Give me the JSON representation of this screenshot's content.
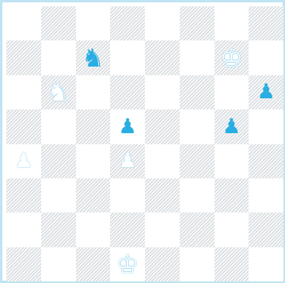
{
  "board": {
    "squares": [
      "a8",
      "b8",
      "c8",
      "d8",
      "e8",
      "f8",
      "g8",
      "h8",
      "a7",
      "b7",
      "c7",
      "d7",
      "e7",
      "f7",
      "g7",
      "h7",
      "a6",
      "b6",
      "c6",
      "d6",
      "e6",
      "f6",
      "g6",
      "h6",
      "a5",
      "b5",
      "c5",
      "d5",
      "e5",
      "f5",
      "g5",
      "h5",
      "a4",
      "b4",
      "c4",
      "d4",
      "e4",
      "f4",
      "g4",
      "h4",
      "a3",
      "b3",
      "c3",
      "d3",
      "e3",
      "f3",
      "g3",
      "h3",
      "a2",
      "b2",
      "c2",
      "d2",
      "e2",
      "f2",
      "g2",
      "h2",
      "a1",
      "b1",
      "c1",
      "d1",
      "e1",
      "f1",
      "g1",
      "h1"
    ],
    "pieces": [
      {
        "square": "c7",
        "type": "knight",
        "color": "black",
        "glyph": "♞"
      },
      {
        "square": "g7",
        "type": "king",
        "color": "white",
        "glyph": "♚"
      },
      {
        "square": "b6",
        "type": "knight",
        "color": "white",
        "glyph": "♞"
      },
      {
        "square": "h6",
        "type": "pawn",
        "color": "black",
        "glyph": "♟"
      },
      {
        "square": "d5",
        "type": "pawn",
        "color": "black",
        "glyph": "♟"
      },
      {
        "square": "g5",
        "type": "pawn",
        "color": "black",
        "glyph": "♟"
      },
      {
        "square": "a4",
        "type": "pawn",
        "color": "white",
        "glyph": "♟"
      },
      {
        "square": "d4",
        "type": "pawn",
        "color": "white",
        "glyph": "♟"
      },
      {
        "square": "d1",
        "type": "king",
        "color": "white",
        "glyph": "♚"
      }
    ]
  },
  "colors": {
    "black_piece": "#29aee3",
    "white_piece_outline": "#7fcdec",
    "border": "#bfe4f3",
    "dark_square_hatch": "#d2d6d9"
  }
}
